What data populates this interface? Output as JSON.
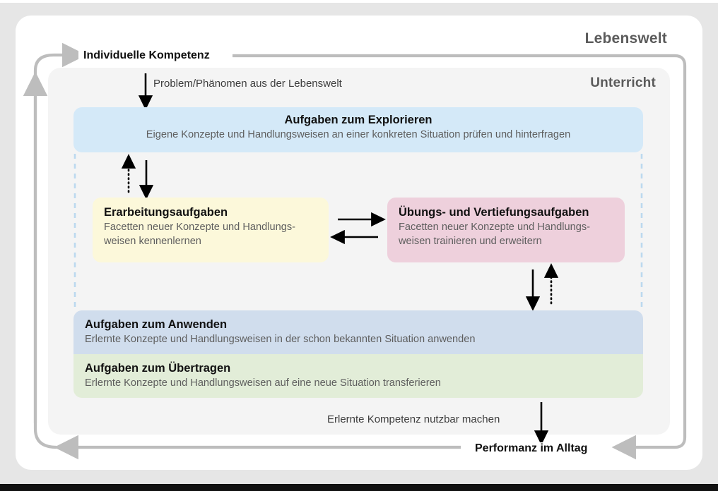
{
  "zones": {
    "outer": {
      "label": "Lebenswelt"
    },
    "inner": {
      "label": "Unterricht"
    }
  },
  "hubs": {
    "competence": {
      "label": "Individuelle Kompetenz"
    },
    "performance": {
      "label": "Performanz im Alltag"
    }
  },
  "flow_labels": {
    "problem": "Problem/Phänomen aus der Lebenswelt",
    "erlernte": "Erlernte Kompetenz nutzbar machen"
  },
  "nodes": {
    "explorieren": {
      "title": "Aufgaben zum Explorieren",
      "desc": "Eigene Konzepte und Handlungsweisen an einer konkreten Situation prüfen und hinterfragen",
      "color": "#d4e9f8"
    },
    "erarbeitung": {
      "title": "Erarbeitungsaufgaben",
      "desc_line1": "Facetten neuer Konzepte und Handlungs-",
      "desc_line2": "weisen kennenlernen",
      "color": "#fcf8da"
    },
    "uebung": {
      "title": "Übungs- und Vertiefungsaufgaben",
      "desc_line1": "Facetten neuer Konzepte und Handlungs-",
      "desc_line2": "weisen trainieren und erweitern",
      "color": "#eed0dc"
    },
    "anwenden": {
      "title": "Aufgaben zum Anwenden",
      "desc": "Erlernte Konzepte und Handlungsweisen in der schon bekannten Situation anwenden",
      "color": "#d0dded"
    },
    "uebertragen": {
      "title": "Aufgaben zum Übertragen",
      "desc": "Erlernte Konzepte und Handlungsweisen auf eine neue Situation transferieren",
      "color": "#e2edd8"
    }
  },
  "palette": {
    "page_background": "#e6e6e6",
    "outer_card": "#ffffff",
    "inner_card": "#f4f4f4",
    "zone_title": "#5b5b5b",
    "arrow_black": "#000000",
    "arrow_grey": "#bdbdbd",
    "dashed_blue": "#bcd9ef",
    "body_text": "#5e5e5e"
  },
  "connectors": [
    {
      "name": "problem-down-arrow",
      "style": "solid",
      "color": "#000000",
      "direction": "down"
    },
    {
      "name": "explorieren-to-erarbeitung",
      "style": "solid",
      "color": "#000000",
      "direction": "down"
    },
    {
      "name": "erarbeitung-to-explorieren",
      "style": "dotted",
      "color": "#000000",
      "direction": "up"
    },
    {
      "name": "erarbeitung-to-uebung",
      "style": "solid",
      "color": "#000000",
      "direction": "right"
    },
    {
      "name": "uebung-to-erarbeitung",
      "style": "solid",
      "color": "#000000",
      "direction": "left"
    },
    {
      "name": "uebung-to-anwenden",
      "style": "solid",
      "color": "#000000",
      "direction": "down"
    },
    {
      "name": "anwenden-to-uebung",
      "style": "dotted",
      "color": "#000000",
      "direction": "up"
    },
    {
      "name": "uebertragen-to-performanz",
      "style": "solid",
      "color": "#000000",
      "direction": "down"
    },
    {
      "name": "kompetenz-to-unterricht-right",
      "style": "solid",
      "color": "#bdbdbd",
      "direction": "down-right-loop"
    },
    {
      "name": "performanz-to-kompetenz-left",
      "style": "solid",
      "color": "#bdbdbd",
      "direction": "up-left-loop"
    },
    {
      "name": "explorieren-anwenden-dashed-left",
      "style": "dashed",
      "color": "#bcd9ef",
      "direction": "vertical"
    },
    {
      "name": "explorieren-anwenden-dashed-right",
      "style": "dashed",
      "color": "#bcd9ef",
      "direction": "vertical"
    }
  ]
}
